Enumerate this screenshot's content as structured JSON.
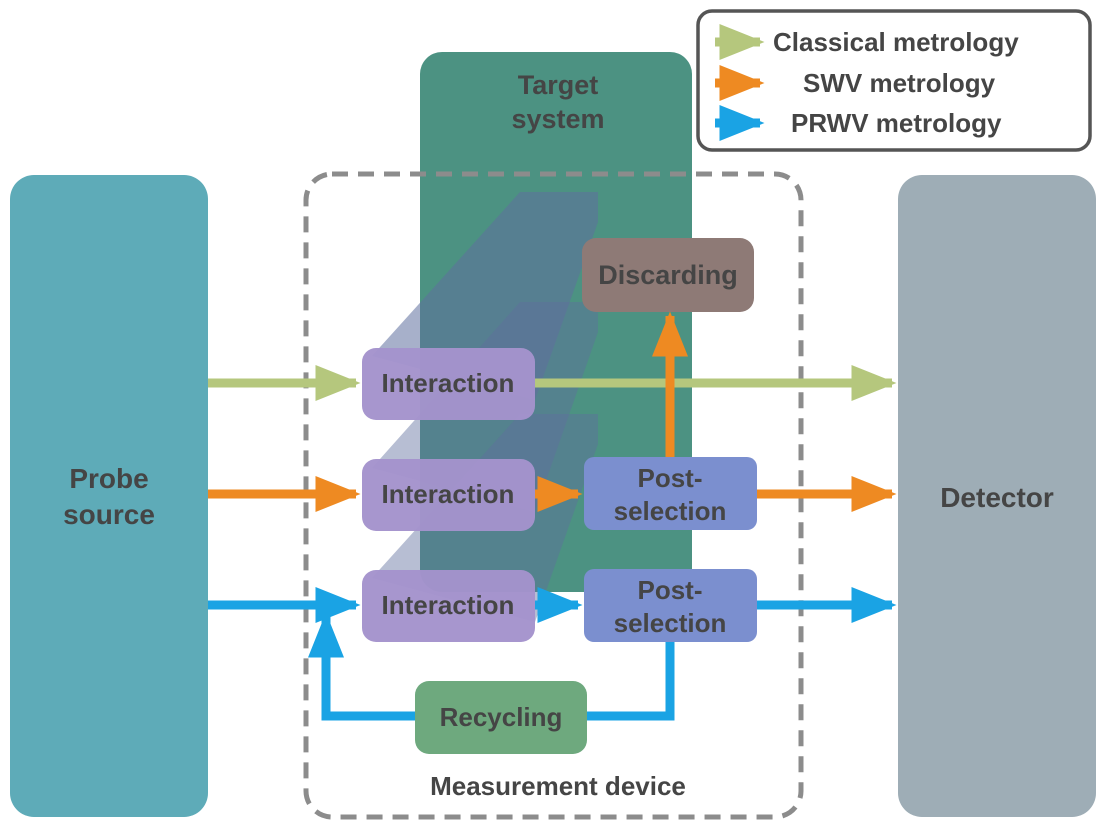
{
  "colors": {
    "classical": "#b5c77d",
    "swv": "#ee8a22",
    "prwv": "#1aa3e4",
    "probe_source": "#5eabb8",
    "detector": "#9eadb6",
    "target_system": "#3e8a78",
    "interaction": "#a493cc",
    "post_selection": "#7b8fcf",
    "discarding": "#8e7a76",
    "recycling": "#6ea97e",
    "frame": "#8c8c8c",
    "text": "#454545"
  },
  "legend": {
    "items": [
      {
        "label": "Classical metrology",
        "color": "#b5c77d"
      },
      {
        "label": "SWV metrology",
        "color": "#ee8a22"
      },
      {
        "label": "PRWV metrology",
        "color": "#1aa3e4"
      }
    ]
  },
  "blocks": {
    "probe_source": {
      "line1": "Probe",
      "line2": "source"
    },
    "detector": {
      "label": "Detector"
    },
    "target_system": {
      "line1": "Target",
      "line2": "system"
    },
    "measurement_device": {
      "label": "Measurement device"
    },
    "discarding": {
      "label": "Discarding"
    },
    "recycling": {
      "label": "Recycling"
    },
    "interaction_classical": {
      "label": "Interaction"
    },
    "interaction_swv": {
      "label": "Interaction"
    },
    "interaction_prwv": {
      "label": "Interaction"
    },
    "post_selection_swv": {
      "line1": "Post-",
      "line2": "selection"
    },
    "post_selection_prwv": {
      "line1": "Post-",
      "line2": "selection"
    }
  }
}
